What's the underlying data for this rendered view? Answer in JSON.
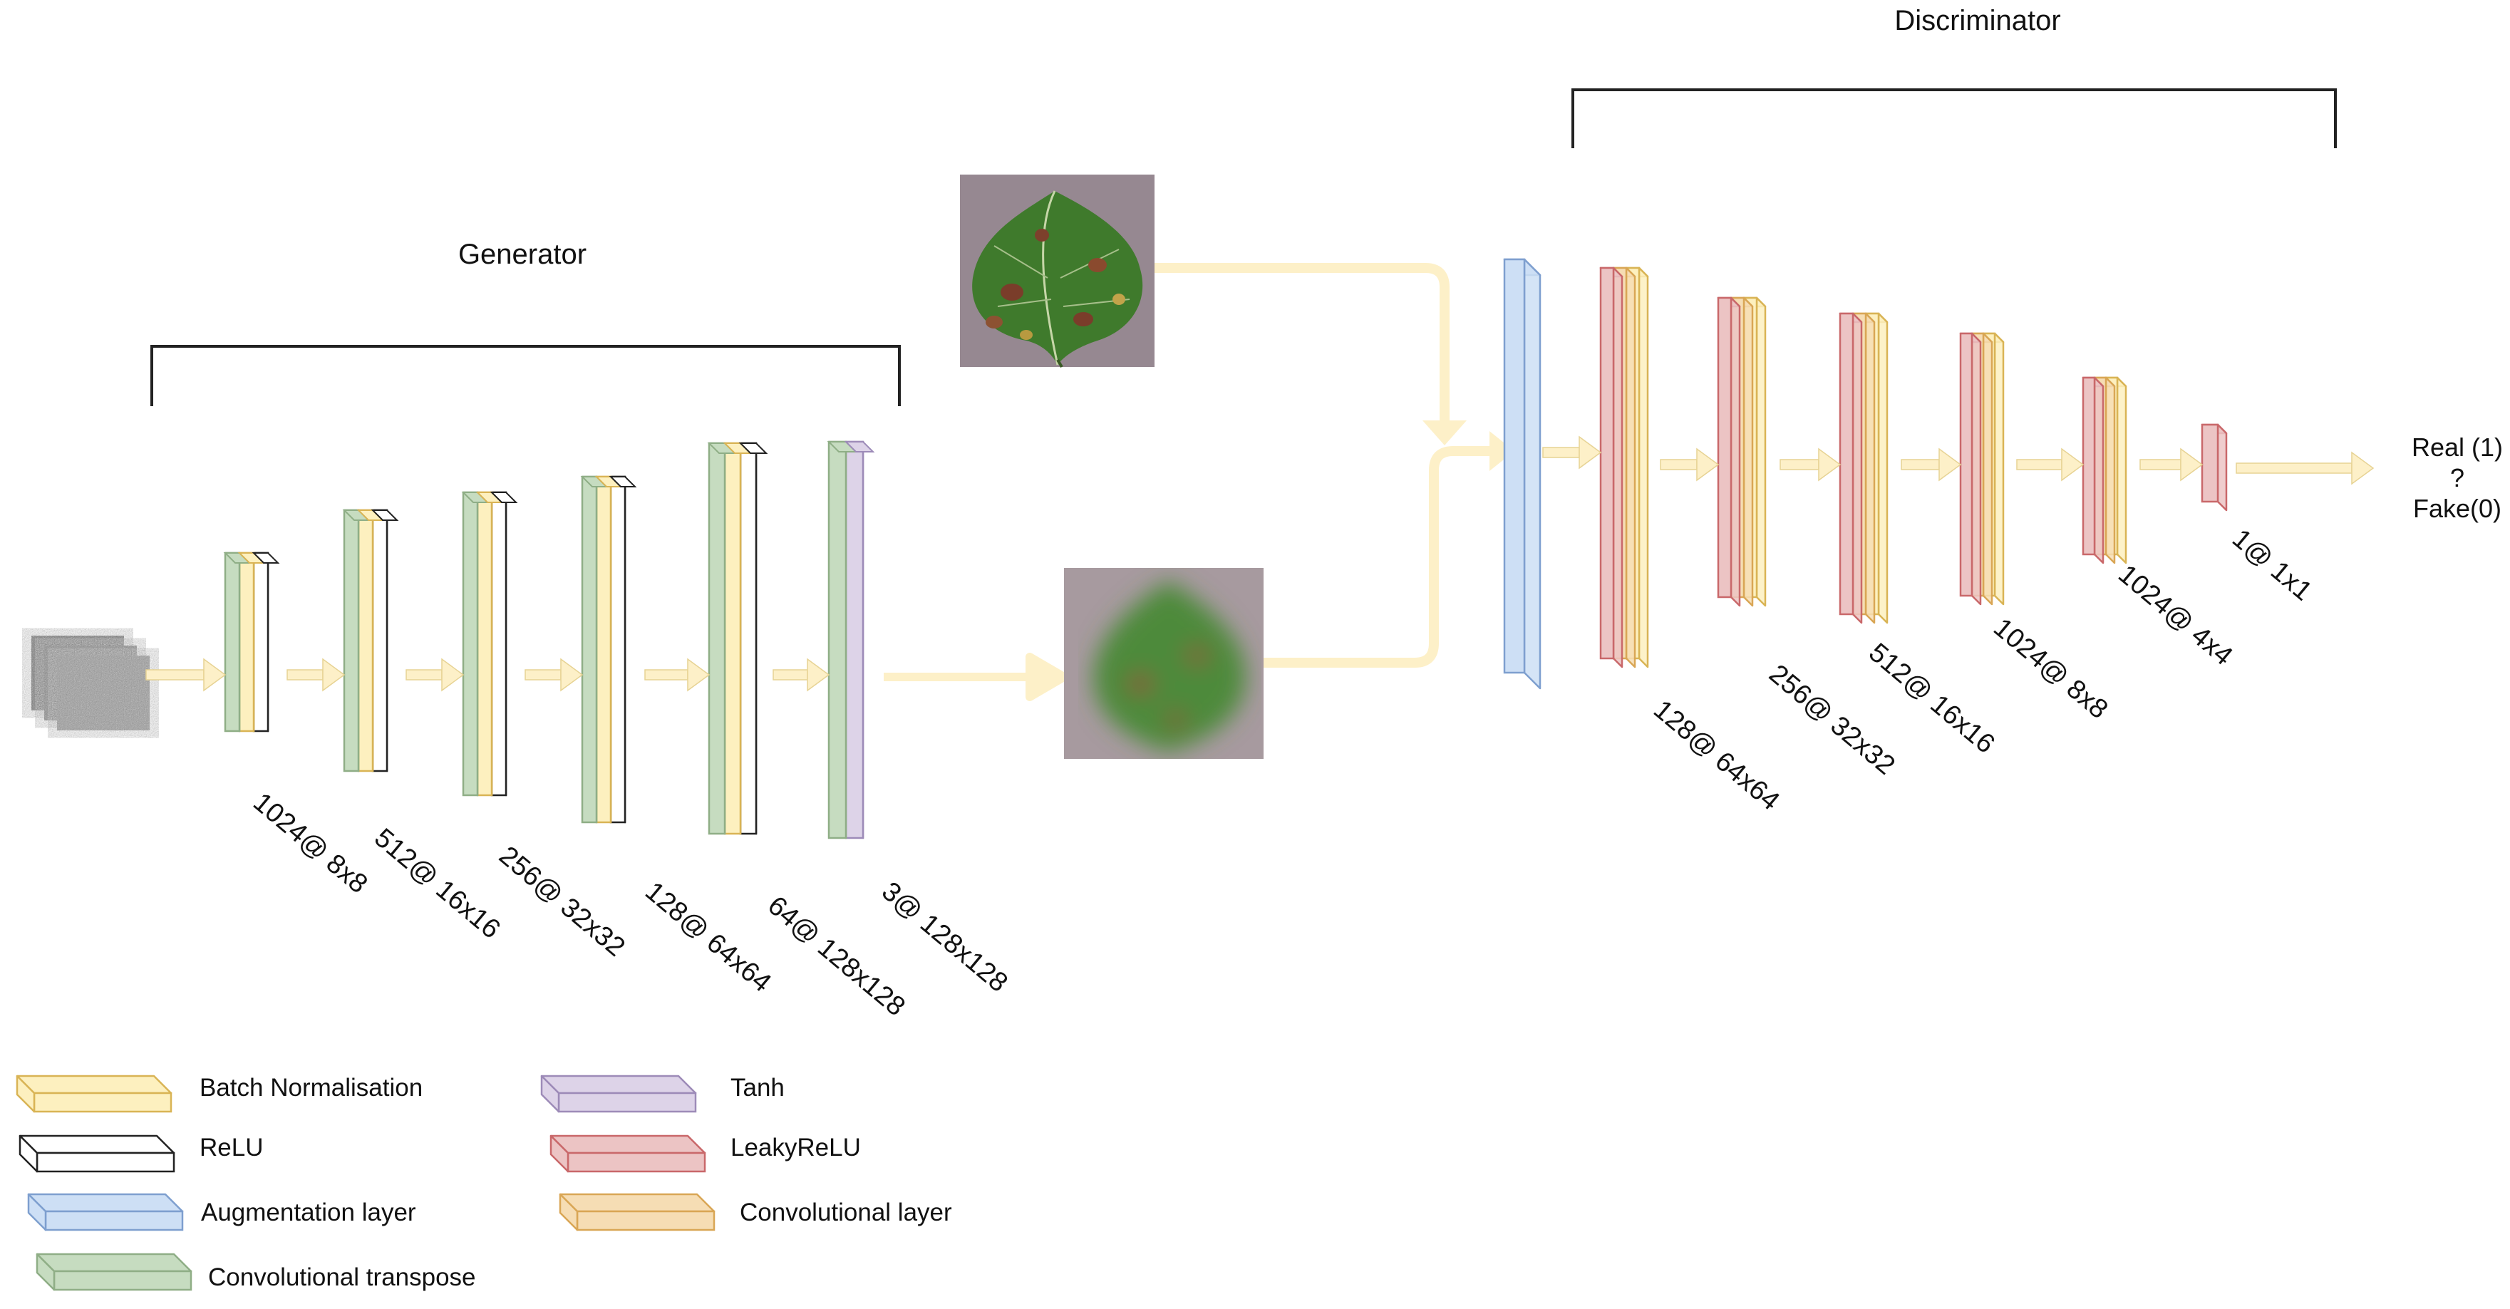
{
  "generator": {
    "title": "Generator",
    "layers": [
      {
        "label": "1024@ 8x8",
        "stack": [
          "conv_transpose",
          "batch_norm",
          "relu"
        ]
      },
      {
        "label": "512@ 16x16",
        "stack": [
          "conv_transpose",
          "batch_norm",
          "relu"
        ]
      },
      {
        "label": "256@ 32x32",
        "stack": [
          "conv_transpose",
          "batch_norm",
          "relu"
        ]
      },
      {
        "label": "128@ 64x64",
        "stack": [
          "conv_transpose",
          "batch_norm",
          "relu"
        ]
      },
      {
        "label": "64@ 128x128",
        "stack": [
          "conv_transpose",
          "batch_norm",
          "relu"
        ]
      },
      {
        "label": "3@ 128x128",
        "stack": [
          "conv_transpose",
          "tanh"
        ]
      }
    ]
  },
  "discriminator": {
    "title": "Discriminator",
    "layers": [
      {
        "label": "128@ 64x64",
        "stack": [
          "leaky_relu",
          "conv",
          "batch_norm"
        ]
      },
      {
        "label": "256@ 32x32",
        "stack": [
          "leaky_relu",
          "conv",
          "batch_norm"
        ]
      },
      {
        "label": "512@ 16x16",
        "stack": [
          "leaky_relu",
          "conv",
          "batch_norm"
        ]
      },
      {
        "label": "1024@ 8x8",
        "stack": [
          "leaky_relu",
          "conv",
          "batch_norm"
        ]
      },
      {
        "label": "1024@ 4x4",
        "stack": [
          "leaky_relu",
          "conv",
          "batch_norm"
        ]
      },
      {
        "label": "1@ 1x1",
        "stack": [
          "leaky_relu"
        ]
      }
    ]
  },
  "output": {
    "line1": "Real (1)",
    "line2": "?",
    "line3": "Fake(0)"
  },
  "legend": [
    {
      "key": "batch_norm",
      "label": "Batch Normalisation"
    },
    {
      "key": "relu",
      "label": "ReLU"
    },
    {
      "key": "augmentation",
      "label": "Augmentation layer"
    },
    {
      "key": "conv_transpose",
      "label": "Convolutional transpose"
    },
    {
      "key": "tanh",
      "label": "Tanh"
    },
    {
      "key": "leaky_relu",
      "label": "LeakyReLU"
    },
    {
      "key": "conv",
      "label": "Convolutional layer"
    }
  ],
  "colors": {
    "batch_norm": "#fdf0bf",
    "relu": "#ffffff",
    "augmentation": "#cddff5",
    "conv_transpose": "#c6dcc0",
    "tanh": "#ddd3e8",
    "leaky_relu": "#ecc4c4",
    "conv": "#f6ddb4",
    "arrow": "#fdf0c8"
  },
  "images": {
    "real_leaf": "real-leaf-photo",
    "generated_leaf": "generated-leaf-image",
    "noise": "noise-input-image"
  }
}
